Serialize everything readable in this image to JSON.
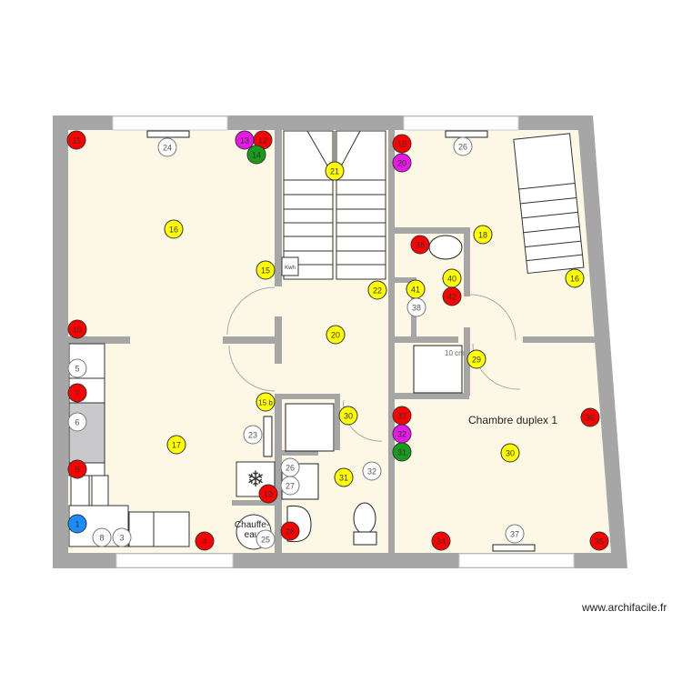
{
  "plan": {
    "room_label": "Chambre duplex 1",
    "dimension_label": "10 cm",
    "meter_label": "Kwh",
    "water_heater_label_1": "Chauffe-",
    "water_heater_label_2": "eau",
    "credit": "www.archifacile.fr"
  },
  "colors": {
    "wall": "#a6a6a6",
    "floor": "#fdf8e6",
    "red": "#ff0000",
    "magenta": "#e619e6",
    "green": "#1a9a1a",
    "blue": "#1a8cff",
    "yellow": "#ffff00",
    "white": "#ffffff"
  },
  "markers": [
    {
      "label": "11",
      "color": "red"
    },
    {
      "label": "12",
      "color": "red"
    },
    {
      "label": "13",
      "color": "magenta"
    },
    {
      "label": "14",
      "color": "green"
    },
    {
      "label": "24",
      "color": "white"
    },
    {
      "label": "16",
      "color": "yellow"
    },
    {
      "label": "15",
      "color": "yellow"
    },
    {
      "label": "10",
      "color": "red"
    },
    {
      "label": "5",
      "color": "white"
    },
    {
      "label": "7",
      "color": "red"
    },
    {
      "label": "6",
      "color": "white"
    },
    {
      "label": "9",
      "color": "red"
    },
    {
      "label": "1",
      "color": "blue"
    },
    {
      "label": "8",
      "color": "white"
    },
    {
      "label": "3",
      "color": "white"
    },
    {
      "label": "4",
      "color": "red"
    },
    {
      "label": "17",
      "color": "yellow"
    },
    {
      "label": "15 b",
      "color": "yellow"
    },
    {
      "label": "23",
      "color": "white"
    },
    {
      "label": "19",
      "color": "red"
    },
    {
      "label": "25",
      "color": "white"
    },
    {
      "label": "21",
      "color": "yellow"
    },
    {
      "label": "22",
      "color": "yellow"
    },
    {
      "label": "20",
      "color": "yellow"
    },
    {
      "label": "19",
      "color": "red"
    },
    {
      "label": "20",
      "color": "magenta"
    },
    {
      "label": "26",
      "color": "white"
    },
    {
      "label": "18",
      "color": "yellow"
    },
    {
      "label": "38",
      "color": "red"
    },
    {
      "label": "40",
      "color": "yellow"
    },
    {
      "label": "41",
      "color": "yellow"
    },
    {
      "label": "42",
      "color": "red"
    },
    {
      "label": "38",
      "color": "white"
    },
    {
      "label": "16",
      "color": "yellow"
    },
    {
      "label": "29",
      "color": "yellow"
    },
    {
      "label": "30",
      "color": "yellow"
    },
    {
      "label": "26",
      "color": "white"
    },
    {
      "label": "27",
      "color": "white"
    },
    {
      "label": "31",
      "color": "yellow"
    },
    {
      "label": "32",
      "color": "white"
    },
    {
      "label": "28",
      "color": "red"
    },
    {
      "label": "33",
      "color": "red"
    },
    {
      "label": "32",
      "color": "magenta"
    },
    {
      "label": "31",
      "color": "green"
    },
    {
      "label": "30",
      "color": "yellow"
    },
    {
      "label": "36",
      "color": "red"
    },
    {
      "label": "34",
      "color": "red"
    },
    {
      "label": "37",
      "color": "white"
    },
    {
      "label": "35",
      "color": "red"
    }
  ]
}
